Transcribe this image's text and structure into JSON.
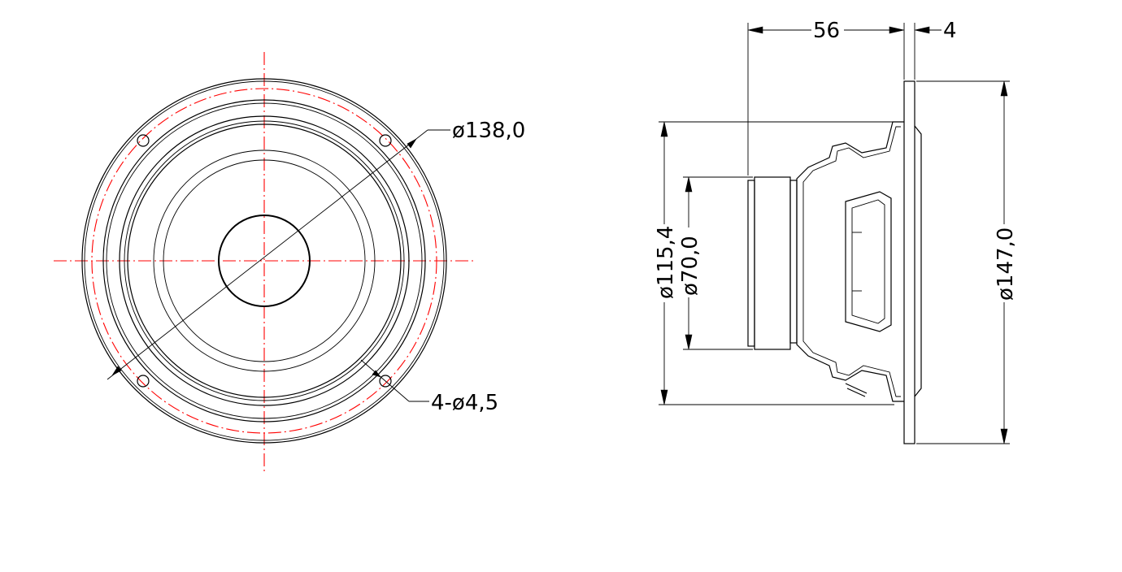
{
  "drawing": {
    "colors": {
      "line": "#000000",
      "centerline": "#ff0000",
      "background": "#ffffff"
    },
    "front_view": {
      "mount_circle_dim": "ø138,0",
      "holes_dim": "4-ø4,5"
    },
    "side_view": {
      "depth_dim": "56",
      "flange_dim": "4",
      "frame_dia_dim": "ø115,4",
      "magnet_dia_dim": "ø70,0",
      "overall_dia_dim": "ø147,0"
    }
  }
}
